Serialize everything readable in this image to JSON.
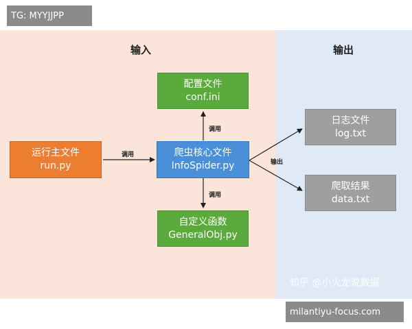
{
  "tag_top": "TG: MYYJJPP",
  "tag_bottom": "milantiyu-focus.com",
  "watermark": "知乎 @小火龙说数据",
  "input_heading": "输入",
  "output_heading": "输出",
  "nodes": {
    "config": {
      "line1": "配置文件",
      "line2": "conf.ini"
    },
    "run": {
      "line1": "运行主文件",
      "line2": "run.py"
    },
    "core": {
      "line1": "爬虫核心文件",
      "line2": "InfoSpider.py"
    },
    "general": {
      "line1": "自定义函数",
      "line2": "GeneralObj.py"
    },
    "log": {
      "line1": "日志文件",
      "line2": "log.txt"
    },
    "data": {
      "line1": "爬取结果",
      "line2": "data.txt"
    }
  },
  "edges": {
    "call_up": "调用",
    "call_left": "调用",
    "call_down": "调用",
    "output": "输出"
  },
  "colors": {
    "input_bg": "#fbe4d9",
    "output_bg": "#dfeaf6",
    "green": "#5bab3c",
    "orange": "#ed7d31",
    "blue": "#4a90d9",
    "gray": "#9f9f9f"
  }
}
